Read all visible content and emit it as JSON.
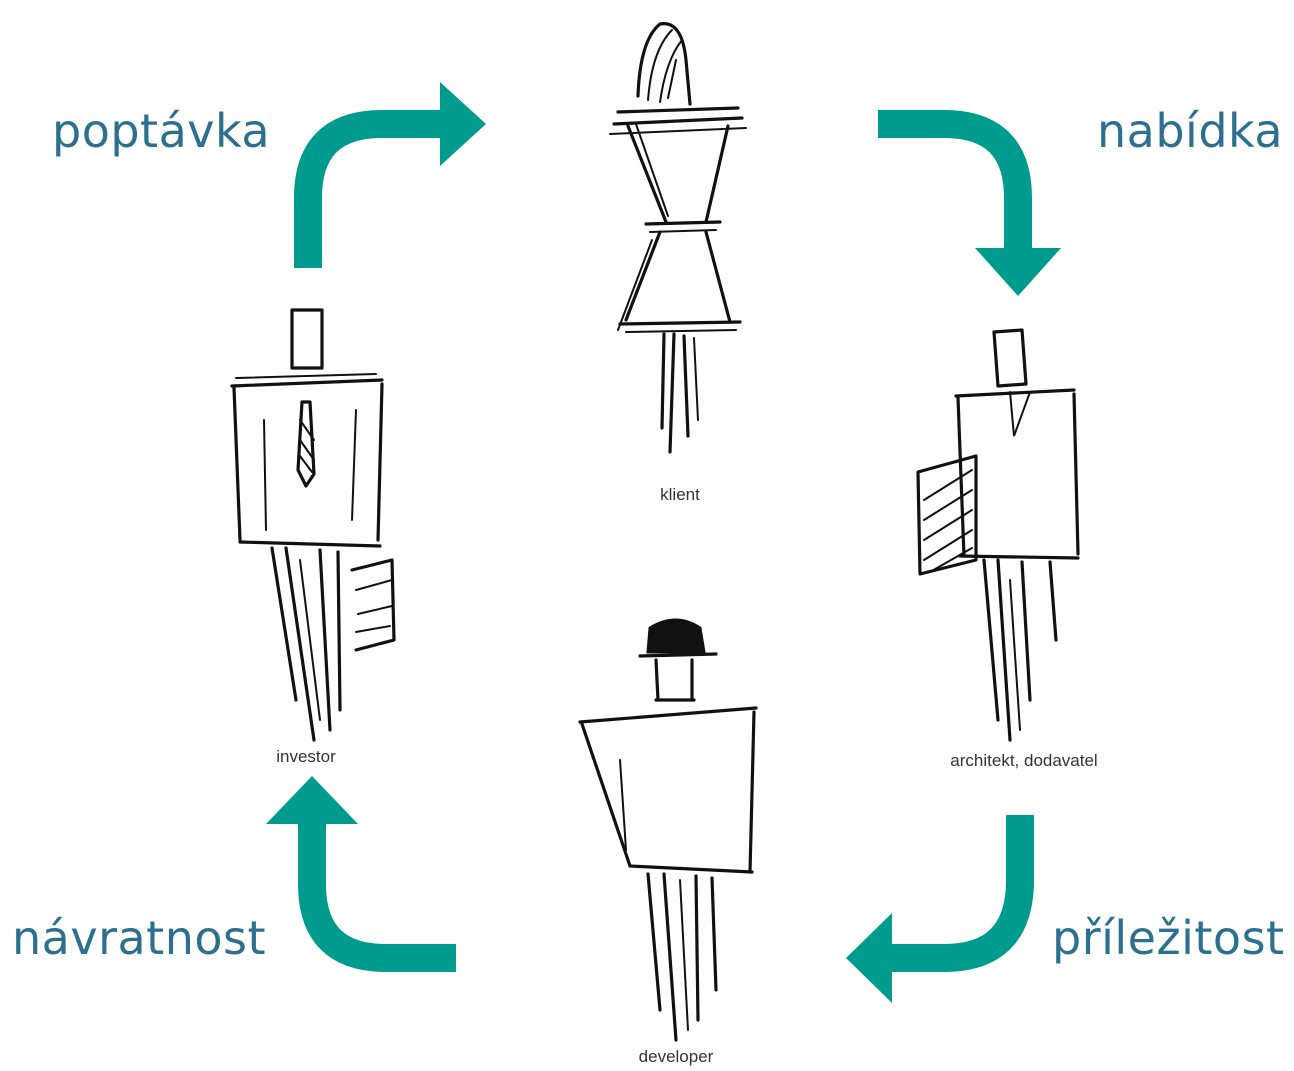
{
  "colors": {
    "arrow": "#009b8f",
    "label": "#2d6f8f",
    "sketch": "#111111",
    "role_text": "#333333"
  },
  "flows": {
    "poptavka": "poptávka",
    "nabidka": "nabídka",
    "prilezitost": "příležitost",
    "navratnost": "návratnost"
  },
  "roles": {
    "klient": "klient",
    "investor": "investor",
    "architekt": "architekt, dodavatel",
    "developer": "developer"
  }
}
